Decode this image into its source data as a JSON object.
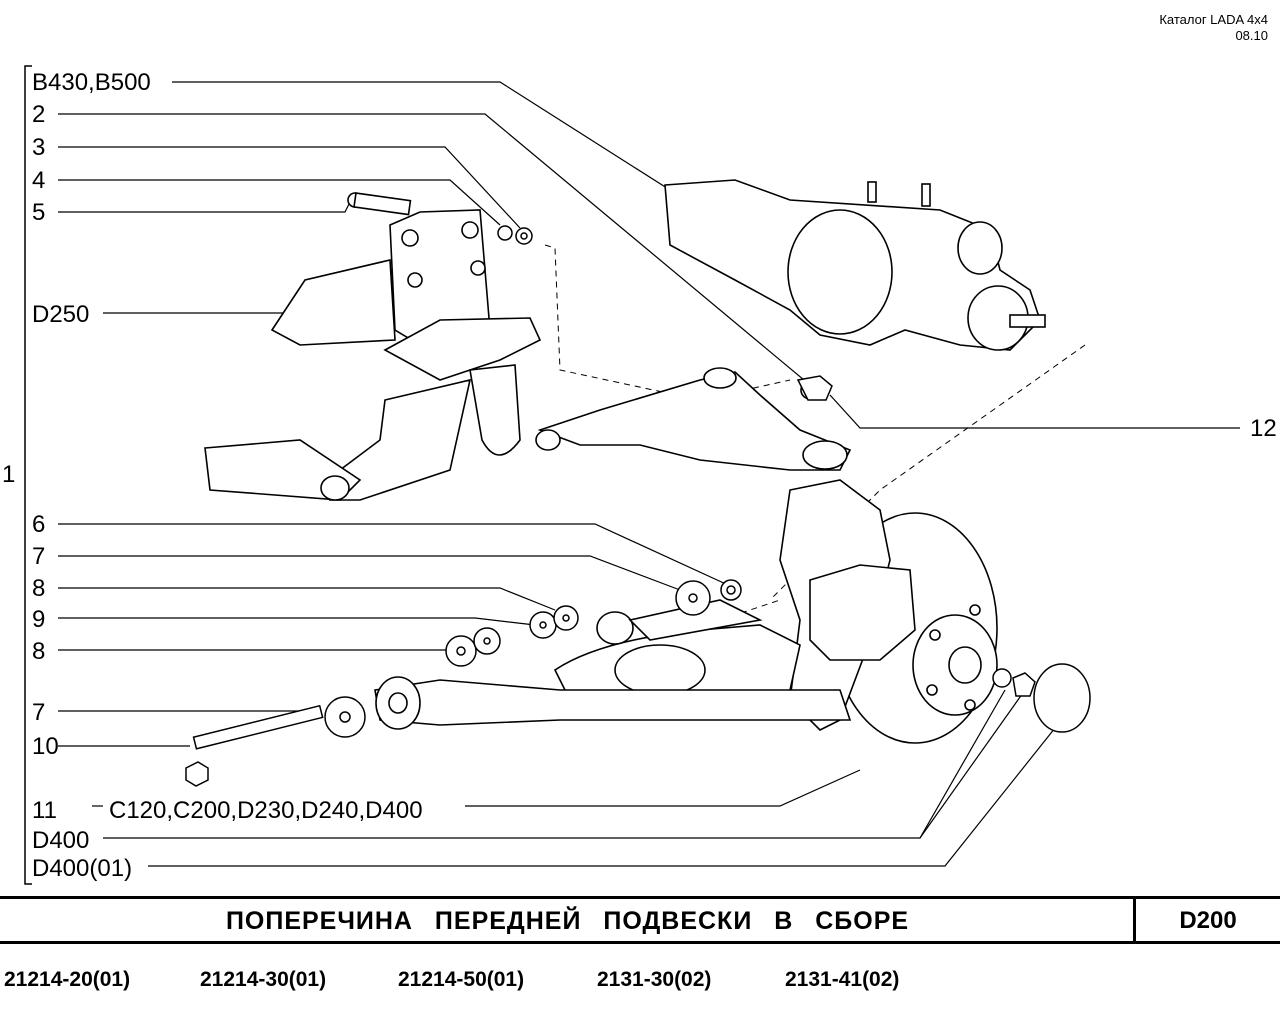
{
  "header": {
    "catalog": "Каталог  LADA  4x4",
    "date": "08.10"
  },
  "callouts": {
    "b430_b500": "B430,B500",
    "n2": "2",
    "n3": "3",
    "n4": "4",
    "n5": "5",
    "d250": "D250",
    "n1": "1",
    "n12": "12",
    "n6": "6",
    "n7a": "7",
    "n8a": "8",
    "n9": "9",
    "n8b": "8",
    "n7b": "7",
    "n10": "10",
    "n11": "11",
    "c120_group": "C120,C200,D230,D240,D400",
    "d400": "D400",
    "d400_01": "D400(01)"
  },
  "title": {
    "text": "ПОПЕРЕЧИНА  ПЕРЕДНЕЙ  ПОДВЕСКИ  В  СБОРЕ",
    "code": "D200"
  },
  "models": [
    "21214-20(01)",
    "21214-30(01)",
    "21214-50(01)",
    "2131-30(02)",
    "2131-41(02)"
  ]
}
